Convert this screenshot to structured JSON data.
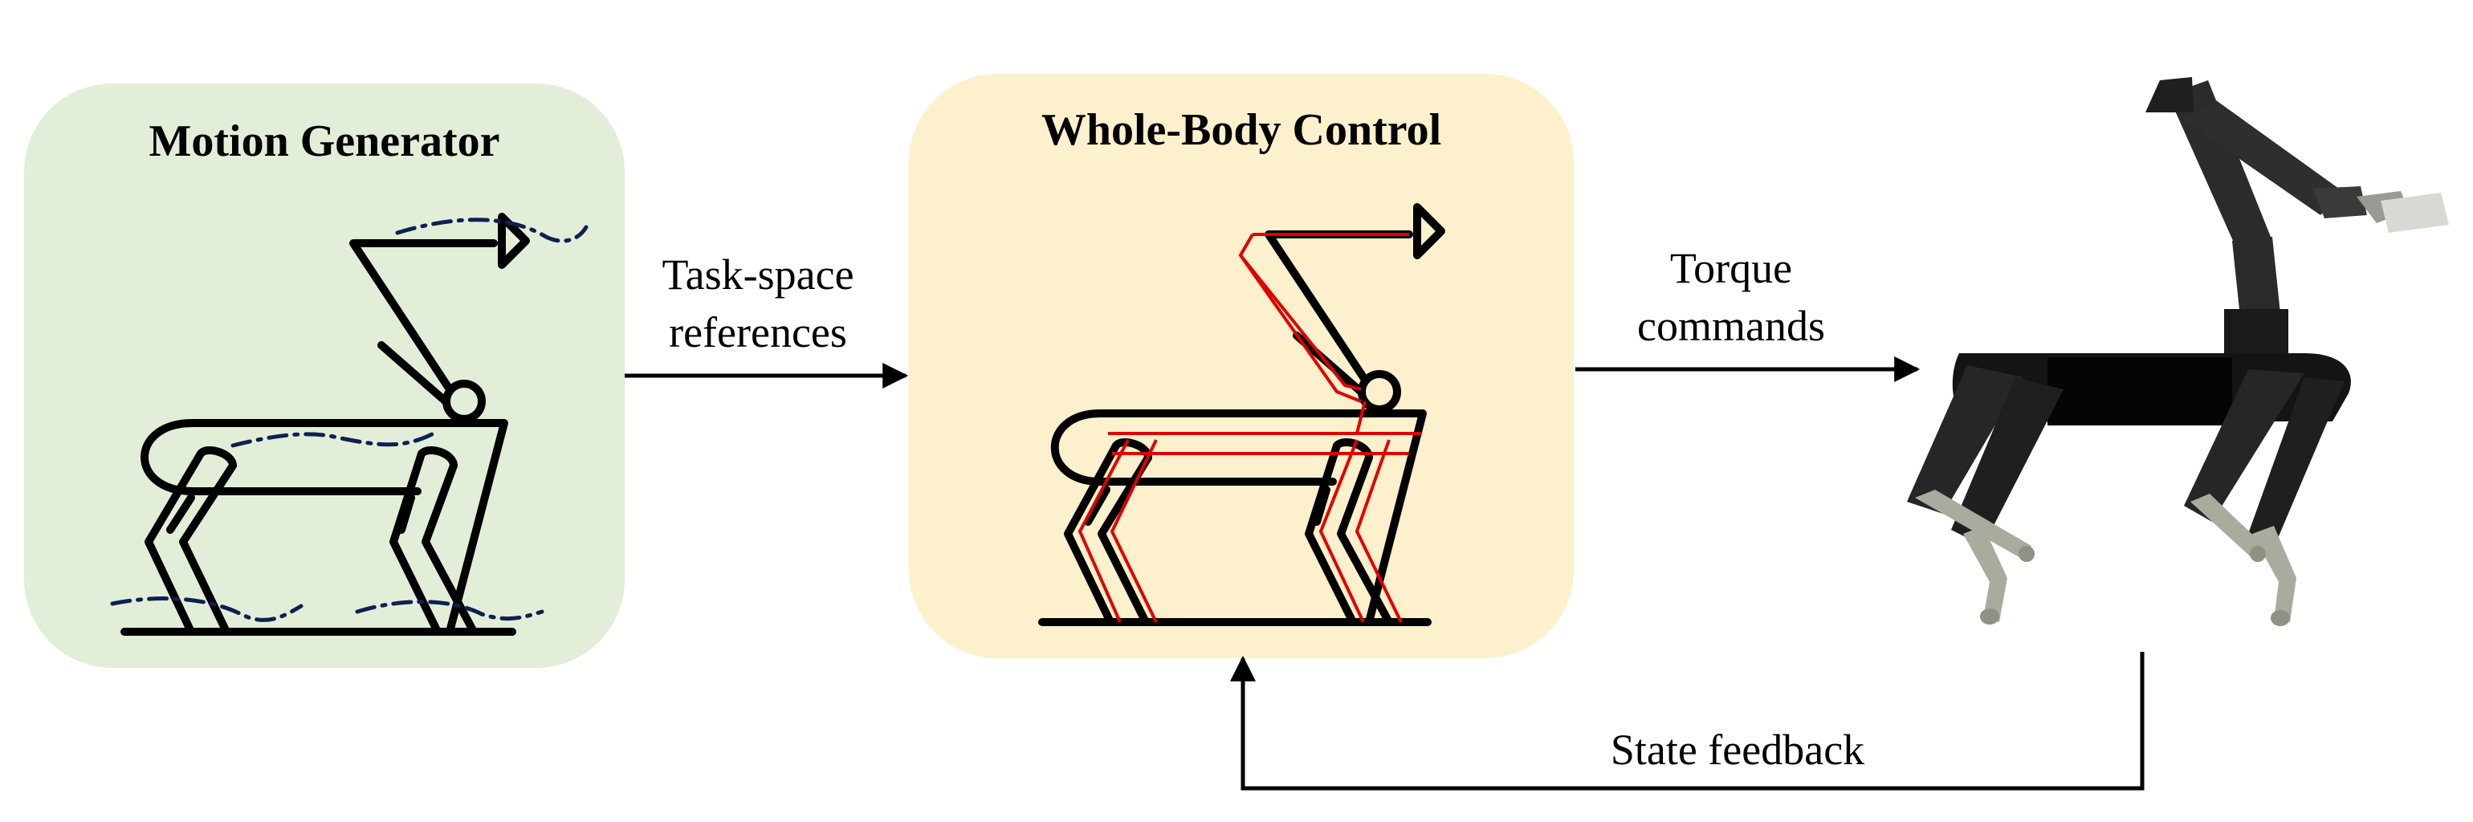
{
  "blocks": {
    "motion_generator": {
      "title": "Motion Generator",
      "fill": "#e3eed8"
    },
    "whole_body_control": {
      "title": "Whole-Body Control",
      "fill": "#fdf0cc"
    }
  },
  "labels": {
    "task_space_line1": "Task-space",
    "task_space_line2": "references",
    "torque_line1": "Torque",
    "torque_line2": "commands",
    "state_feedback": "State feedback"
  },
  "colors": {
    "trajectory": "#0d2150",
    "tracking": "#e00000",
    "robot_body": "#1b1b1b",
    "robot_legs": "#a9ab9f"
  },
  "icons": {
    "stick_robot": "legged-manipulator-sketch",
    "robot_render": "quadruped-with-arm"
  }
}
